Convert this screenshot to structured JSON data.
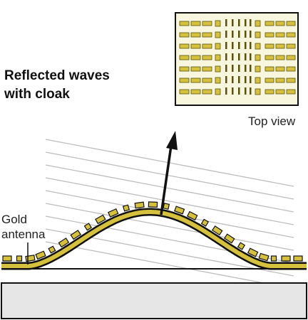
{
  "title_lines": [
    "Reflected waves",
    "with cloak"
  ],
  "top_view_label": "Top view",
  "antenna_label_lines": [
    "Gold",
    "antenna"
  ],
  "colors": {
    "gold": "#d6c13f",
    "gold_dark": "#5a5010",
    "background": "#ffffff",
    "substrate": "#e6e6e6",
    "wave": "#bdbdbd",
    "outline": "#111111",
    "panel_bg": "#f8f6dc"
  }
}
